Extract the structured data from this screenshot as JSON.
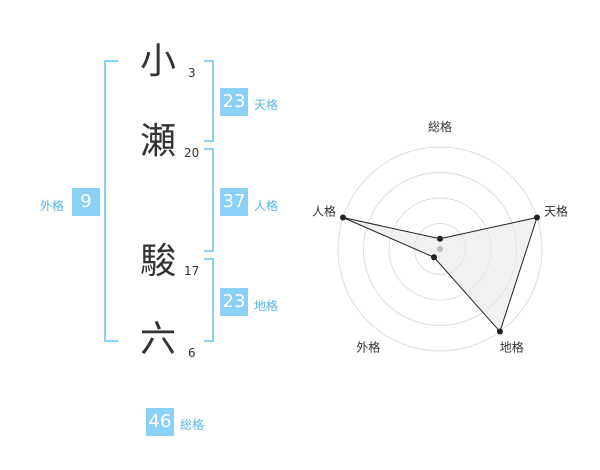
{
  "name": {
    "chars": [
      {
        "char": "小",
        "strokes": "3"
      },
      {
        "char": "瀬",
        "strokes": "20"
      },
      {
        "char": "駿",
        "strokes": "17"
      },
      {
        "char": "六",
        "strokes": "6"
      }
    ]
  },
  "kaku": {
    "ten": {
      "value": "23",
      "label": "天格"
    },
    "jin": {
      "value": "37",
      "label": "人格"
    },
    "chi": {
      "value": "23",
      "label": "地格"
    },
    "gai": {
      "value": "9",
      "label": "外格"
    },
    "sou": {
      "value": "46",
      "label": "総格"
    }
  },
  "colors": {
    "accent": "#8ad0f7",
    "label": "#5ab3e6"
  },
  "chart_data": {
    "type": "radar",
    "axes": [
      "総格",
      "天格",
      "地格",
      "外格",
      "人格"
    ],
    "values": [
      0.1,
      1.0,
      1.0,
      0.1,
      1.0
    ],
    "rings": 4
  }
}
